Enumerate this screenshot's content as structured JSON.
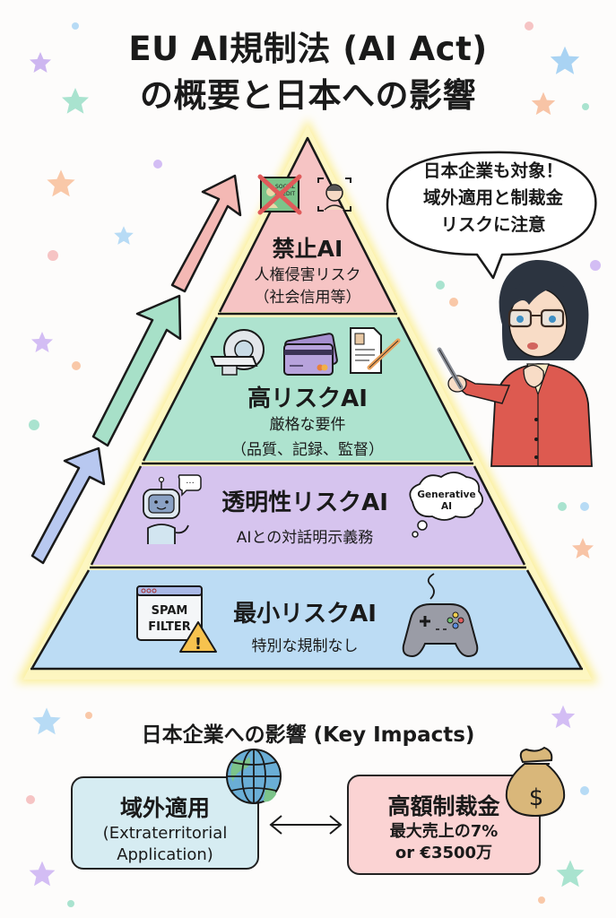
{
  "title": {
    "line1": "EU AI規制法 (AI Act)",
    "line2": "の概要と日本への影響"
  },
  "speech_bubble": {
    "lines": [
      "日本企業も対象！",
      "域外適用と制裁金",
      "リスクに注意"
    ]
  },
  "pyramid": {
    "tiers": [
      {
        "id": "prohibited",
        "title": "禁止AI",
        "subtitle_lines": [
          "人権侵害リスク",
          "（社会信用等）"
        ],
        "color": "#f6c4c4",
        "icons": [
          "social-credit-card-crossed-icon",
          "face-recognition-icon"
        ],
        "icon_text": "SOCIAL CREDIT"
      },
      {
        "id": "high_risk",
        "title": "高リスクAI",
        "subtitle_lines": [
          "厳格な要件",
          "（品質、記録、監督）"
        ],
        "color": "#aee3cf",
        "icons": [
          "medical-scanner-icon",
          "credit-card-icon",
          "resume-document-icon"
        ]
      },
      {
        "id": "transparency",
        "title": "透明性リスクAI",
        "subtitle_lines": [
          "AIとの対話明示義務"
        ],
        "color": "#d6c4ee",
        "icons": [
          "chatbot-robot-icon",
          "thought-cloud-icon"
        ],
        "cloud_text": [
          "Generative",
          "AI"
        ]
      },
      {
        "id": "minimal",
        "title": "最小リスクAI",
        "subtitle_lines": [
          "特別な規制なし"
        ],
        "color": "#bcdcf4",
        "icons": [
          "spam-filter-window-icon",
          "warning-icon",
          "game-controller-icon"
        ],
        "window_text": [
          "SPAM",
          "FILTER"
        ]
      }
    ],
    "glow_color": "#fbef9a",
    "arrow_colors": [
      "#f4b8b4",
      "#a7e0c8",
      "#b8c8f0"
    ]
  },
  "impacts": {
    "title": "日本企業への影響 (Key Impacts)",
    "boxes": [
      {
        "title": "域外適用",
        "lines": [
          "(Extraterritorial",
          "Application)"
        ],
        "color": "#d6ecf2",
        "icon": "globe-icon"
      },
      {
        "title": "高額制裁金",
        "lines": [
          "最大売上の7%",
          "or €3500万"
        ],
        "color": "#fbd3d3",
        "icon": "money-bag-icon",
        "icon_text": "$"
      }
    ],
    "connector": "double-arrow"
  }
}
